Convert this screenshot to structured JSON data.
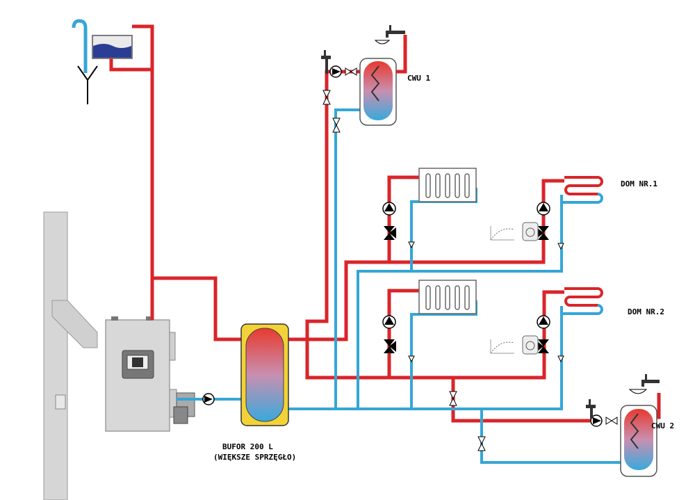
{
  "labels": {
    "cwu1": "CWU 1",
    "cwu2": "CWU 2",
    "dom1": "DOM NR.1",
    "dom2": "DOM NR.2",
    "buffer_line1": "BUFOR 200 L",
    "buffer_line2": "(WIĘKSZE SPRZĘGŁO)"
  },
  "colors": {
    "supply_pipe": "#d9252a",
    "return_pipe": "#35a6d6",
    "buffer_jacket": "#f2d237",
    "boiler_body": "#d8d8d8",
    "expansion_water": "#2b3e93"
  },
  "icons": [
    "pump-icon",
    "valve-icon",
    "three-way-valve-icon",
    "tap-icon",
    "radiator-icon",
    "floor-heating-coil-icon",
    "room-thermostat-icon",
    "controller-panel-icon"
  ]
}
